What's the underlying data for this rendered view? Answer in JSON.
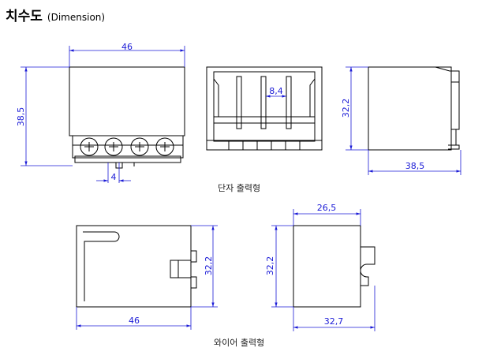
{
  "heading": {
    "title": "치수도",
    "subtitle": "(Dimension)"
  },
  "captions": {
    "terminal": "단자 출력형",
    "wire": "와이어 출력형"
  },
  "dims": {
    "front_width": "46",
    "front_height": "38,5",
    "pitch": "4",
    "inner_pitch": "8,4",
    "side_height": "32,2",
    "side_depth": "38,5",
    "wire_height": "32,2",
    "wire_width": "46",
    "wire_side_top": "26,5",
    "wire_side_height": "32,2",
    "wire_side_bottom": "32,7"
  }
}
